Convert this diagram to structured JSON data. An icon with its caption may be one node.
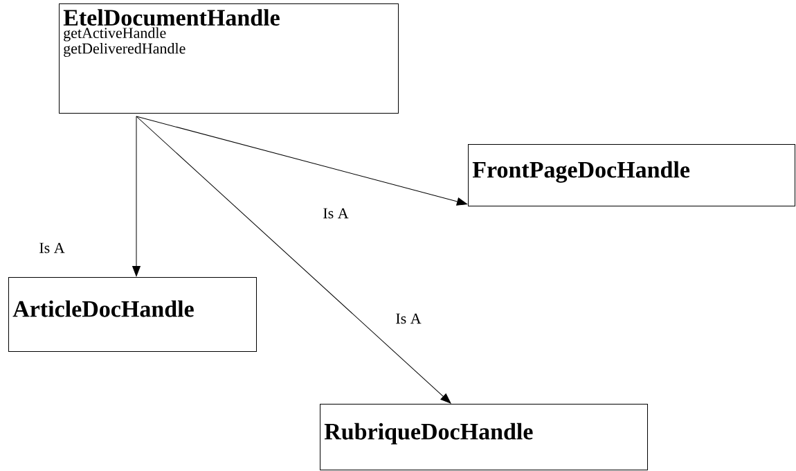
{
  "diagram": {
    "nodes": [
      {
        "text": [
          "EtelDocumentHandle",
          "getActiveHandle",
          "getDeliveredHandle"
        ]
      },
      {
        "text": [
          "FrontPageDocHandle"
        ]
      },
      {
        "text": [
          "ArticleDocHandle"
        ]
      },
      {
        "text": [
          "RubriqueDocHandle"
        ]
      }
    ],
    "edges": [
      {
        "from": 0,
        "to": 1,
        "arrow": "to",
        "label": "Is A"
      },
      {
        "from": 0,
        "to": 2,
        "arrow": "to",
        "label": "Is A"
      },
      {
        "from": 0,
        "to": 3,
        "arrow": "to",
        "label": "Is A"
      }
    ]
  }
}
